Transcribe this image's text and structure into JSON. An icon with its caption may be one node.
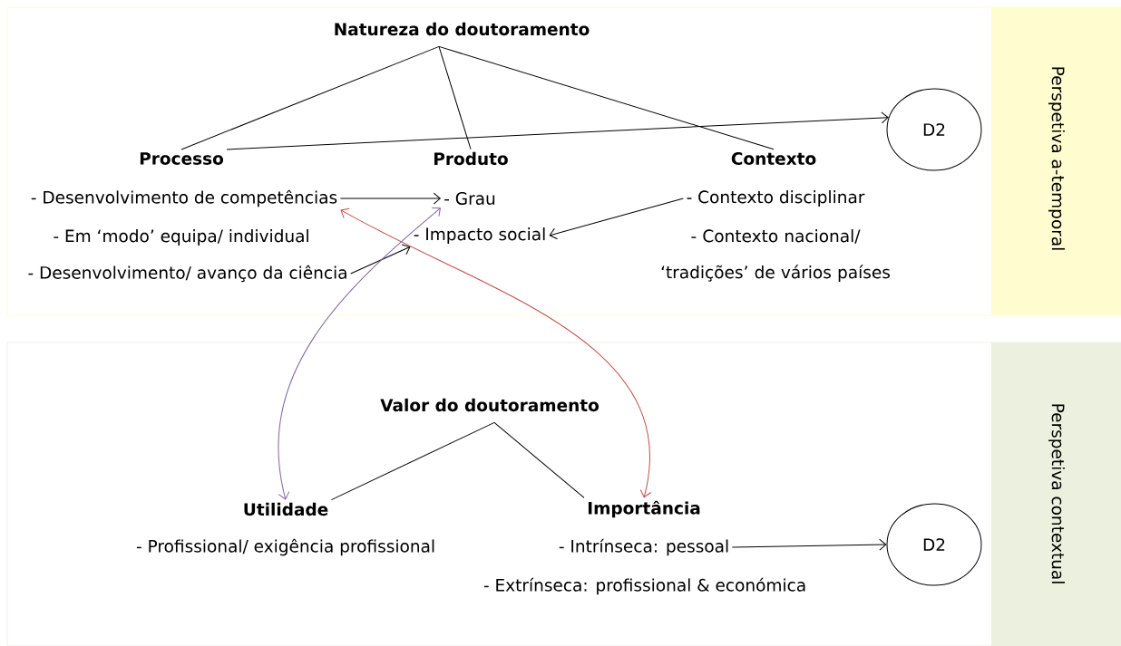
{
  "diagram": {
    "nodes": [
      {
        "text": [
          "Natureza do doutoramento"
        ]
      },
      {
        "text": [
          "Processo"
        ]
      },
      {
        "text": [
          "Produto"
        ]
      },
      {
        "text": [
          "Contexto"
        ]
      },
      {
        "text": [
          "D2"
        ]
      },
      {
        "text": [
          "- Desenvolvimento de competências"
        ]
      },
      {
        "text": [
          "- Em ‘modo’ equipa/ individual"
        ]
      },
      {
        "text": [
          "- Desenvolvimento/ avanço da ciência"
        ]
      },
      {
        "text": [
          "- Grau"
        ]
      },
      {
        "text": [
          "- Impacto social"
        ]
      },
      {
        "text": [
          "- Contexto disciplinar"
        ]
      },
      {
        "text": [
          "- Contexto nacional/ ‘tradições’ de vários países"
        ]
      },
      {
        "text": [
          "Perspetiva a-temporal"
        ]
      },
      {
        "text": [
          "Valor do doutoramento"
        ]
      },
      {
        "text": [
          "Utilidade"
        ]
      },
      {
        "text": [
          "Importância"
        ]
      },
      {
        "text": [
          "- Profissional/ exigência profissional"
        ]
      },
      {
        "text": [
          "- Intrínseca: pessoal"
        ]
      },
      {
        "text": [
          "- Extrínseca: profissional & económica"
        ]
      },
      {
        "text": [
          "D2"
        ]
      },
      {
        "text": [
          "Perspetiva contextual"
        ]
      }
    ],
    "edges": [
      {
        "from": 0,
        "to": 1,
        "arrow": "none"
      },
      {
        "from": 0,
        "to": 2,
        "arrow": "none"
      },
      {
        "from": 0,
        "to": 3,
        "arrow": "none"
      },
      {
        "from": 1,
        "to": 4,
        "arrow": "to"
      },
      {
        "from": 5,
        "to": 8,
        "arrow": "to"
      },
      {
        "from": 7,
        "to": 9,
        "arrow": "to"
      },
      {
        "from": 10,
        "to": 9,
        "arrow": "to"
      },
      {
        "from": 15,
        "to": 5,
        "arrow": "both",
        "color": "#c0504d"
      },
      {
        "from": 14,
        "to": 8,
        "arrow": "both",
        "color": "#8064a2"
      },
      {
        "from": 13,
        "to": 14,
        "arrow": "none"
      },
      {
        "from": 13,
        "to": 15,
        "arrow": "none"
      },
      {
        "from": 17,
        "to": 19,
        "arrow": "to"
      }
    ]
  }
}
